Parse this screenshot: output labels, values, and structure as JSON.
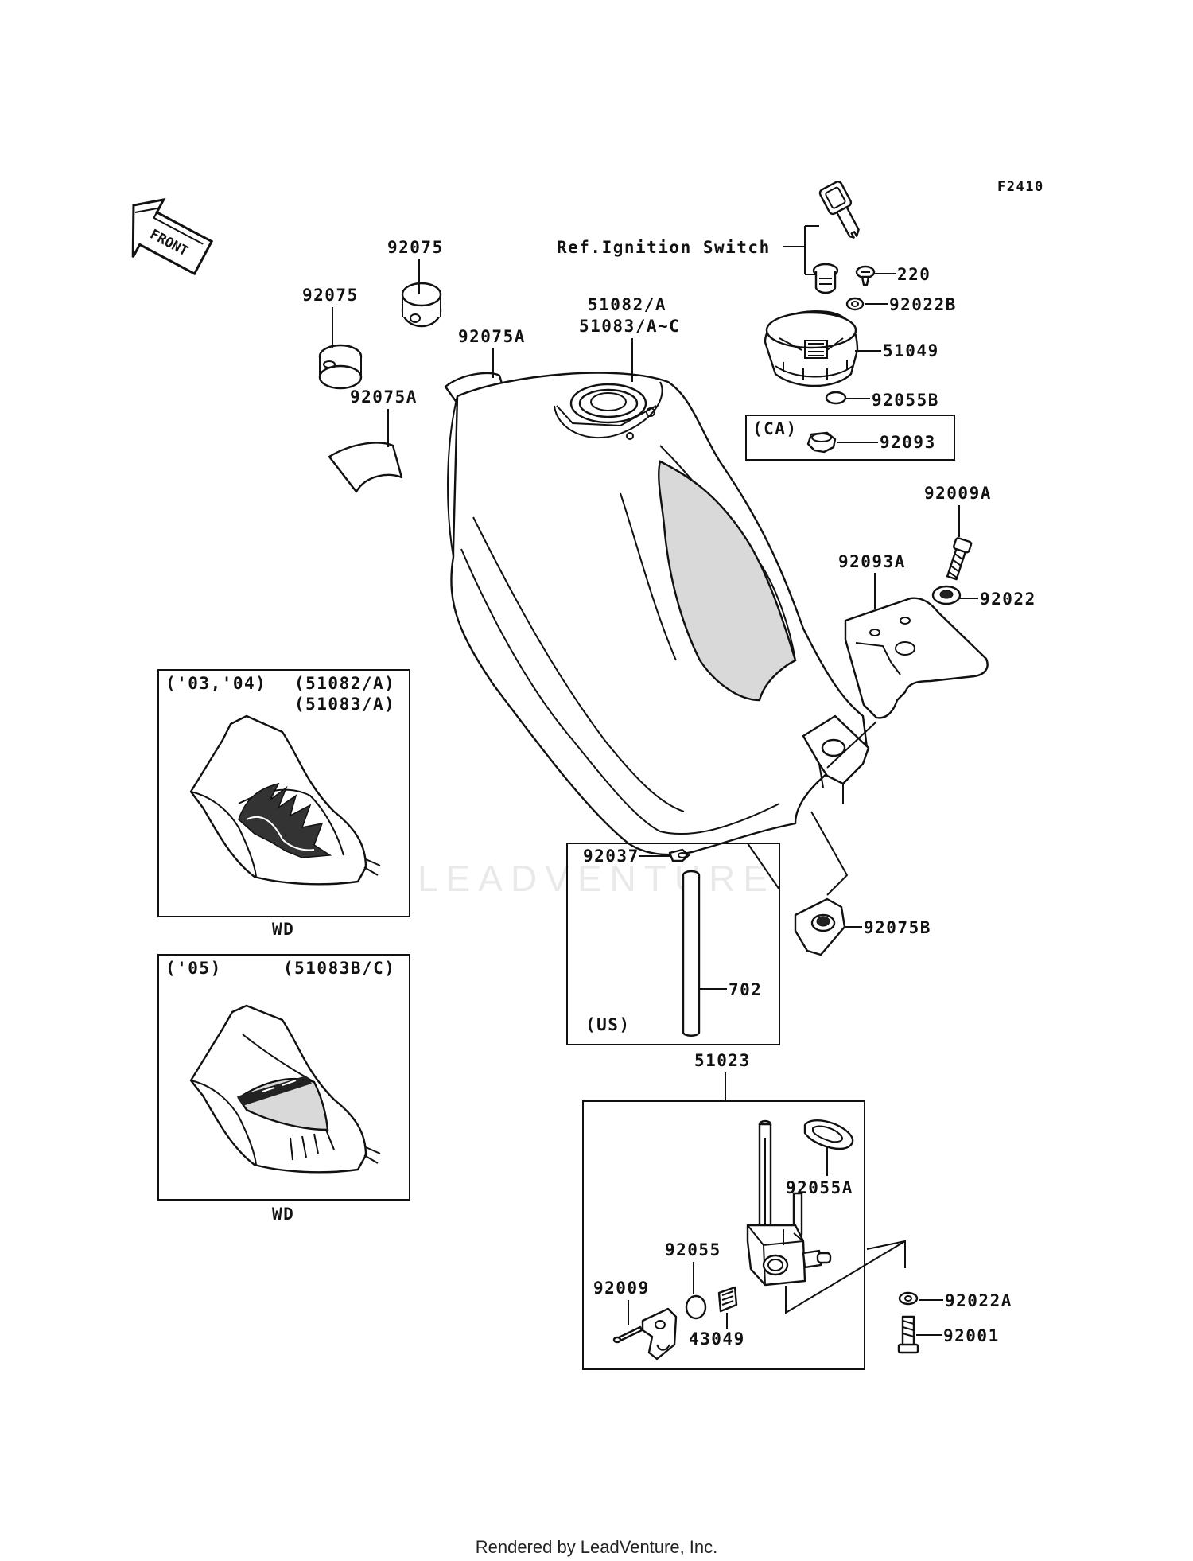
{
  "figure_code": "F2410",
  "front_indicator": "FRONT",
  "watermark": "LEADVENTURE",
  "footer": "Rendered by LeadVenture, Inc.",
  "ref_note": "Ref.Ignition Switch",
  "labels": {
    "p92075_top": "92075",
    "p92075_left": "92075",
    "p92075A_right": "92075A",
    "p92075A_left": "92075A",
    "p51082": "51082/A",
    "p51083": "51083/A~C",
    "p220": "220",
    "p92022B": "92022B",
    "p51049": "51049",
    "p92055B": "92055B",
    "p92093": "92093",
    "p92009A": "92009A",
    "p92093A": "92093A",
    "p92022": "92022",
    "p92037": "92037",
    "p702": "702",
    "p92075B": "92075B",
    "p51023": "51023",
    "p92055A": "92055A",
    "p92055": "92055",
    "p92009": "92009",
    "p43049": "43049",
    "p92022A": "92022A",
    "p92001": "92001"
  },
  "boxes": {
    "ca_tag": "(CA)",
    "us_tag": "(US)",
    "decal_0304": {
      "years": "('03,'04)",
      "part1": "(51082/A)",
      "part2": "(51083/A)",
      "caption": "WD"
    },
    "decal_05": {
      "years": "('05)",
      "part1": "(51083B/C)",
      "caption": "WD"
    }
  }
}
